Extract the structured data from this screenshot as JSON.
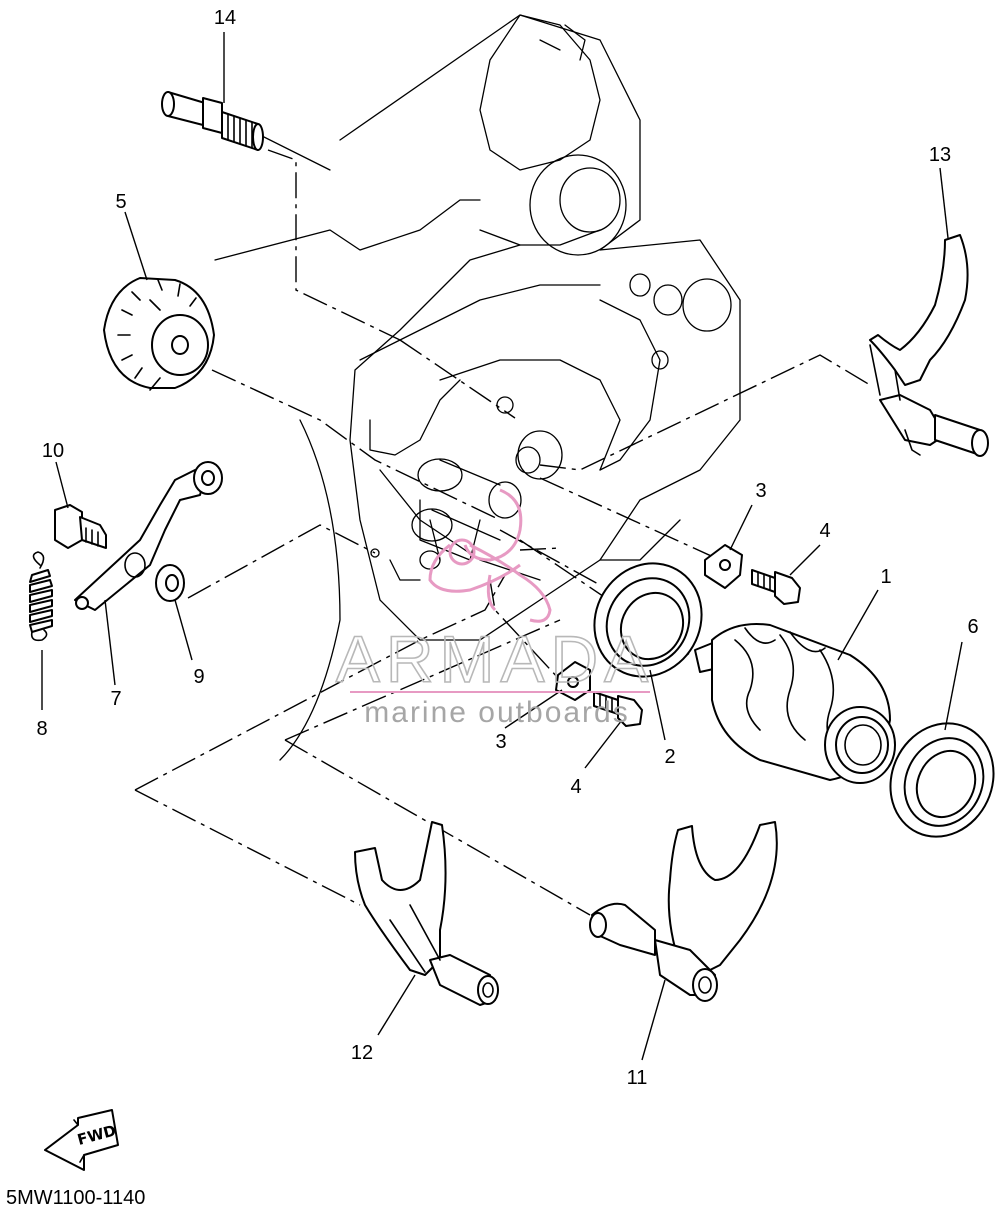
{
  "diagram_ref": "5MW1100-1140",
  "fwd_label": "FWD",
  "watermark": {
    "brand": "ARMADA",
    "tagline": "marine outboards",
    "logo_color": "#e79ac3"
  },
  "callouts": {
    "c1": "1",
    "c2": "2",
    "c3a": "3",
    "c3b": "3",
    "c4a": "4",
    "c4b": "4",
    "c5": "5",
    "c6": "6",
    "c7": "7",
    "c8": "8",
    "c9": "9",
    "c10": "10",
    "c11": "11",
    "c12": "12",
    "c13": "13",
    "c14": "14"
  }
}
